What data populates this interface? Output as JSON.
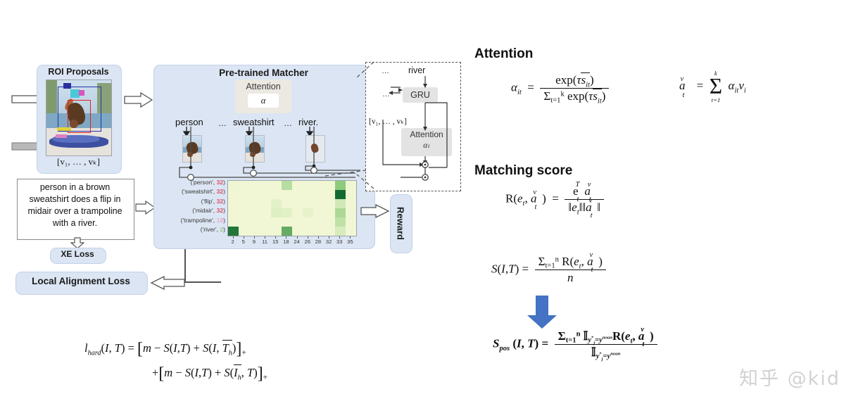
{
  "roi": {
    "title": "ROI Proposals",
    "vector_label": "[v₁, … , vₖ]",
    "image_alt": "person-flipping-over-trampoline-photo"
  },
  "caption": {
    "text": "person in  a brown sweatshirt does a flip in midair over a trampoline with a river."
  },
  "losses": {
    "xe_loss": "XE Loss",
    "local_alignment_loss": "Local Alignment Loss"
  },
  "matcher": {
    "title": "Pre-trained Matcher",
    "attention_label": "Attention",
    "attention_symbol": "α",
    "words": [
      "person",
      "…",
      "sweatshirt",
      "…",
      "river."
    ]
  },
  "heatmap": {
    "row_labels": [
      {
        "word": "'person'",
        "count": "32",
        "color_class": "cnt-red"
      },
      {
        "word": "'sweatshirt'",
        "count": "32",
        "color_class": "cnt-red"
      },
      {
        "word": "'flip'",
        "count": "32",
        "color_class": "cnt-red"
      },
      {
        "word": "'midair'",
        "count": "32",
        "color_class": "cnt-red"
      },
      {
        "word": "'trampoline'",
        "count": "18",
        "color_class": "cnt-pink"
      },
      {
        "word": "'river'",
        "count": "2",
        "color_class": "cnt-green"
      }
    ],
    "x_ticks": [
      "2",
      "5",
      "9",
      "11",
      "15",
      "18",
      "24",
      "26",
      "28",
      "32",
      "33",
      "35"
    ],
    "colormap": [
      "#fbfbdd",
      "#8ecb7c",
      "#146b32"
    ],
    "cells": [
      [
        0.06,
        0.05,
        0.05,
        0.05,
        0.05,
        0.34,
        0.05,
        0.05,
        0.05,
        0.05,
        0.55,
        0.06
      ],
      [
        0.05,
        0.05,
        0.05,
        0.05,
        0.05,
        0.05,
        0.05,
        0.05,
        0.05,
        0.05,
        1.0,
        0.05
      ],
      [
        0.05,
        0.05,
        0.05,
        0.05,
        0.12,
        0.05,
        0.05,
        0.05,
        0.05,
        0.05,
        0.22,
        0.05
      ],
      [
        0.05,
        0.05,
        0.05,
        0.05,
        0.14,
        0.13,
        0.05,
        0.1,
        0.05,
        0.05,
        0.4,
        0.05
      ],
      [
        0.05,
        0.05,
        0.05,
        0.05,
        0.05,
        0.05,
        0.05,
        0.05,
        0.05,
        0.05,
        0.3,
        0.05
      ],
      [
        0.95,
        0.05,
        0.05,
        0.05,
        0.05,
        0.7,
        0.05,
        0.05,
        0.05,
        0.05,
        0.18,
        0.05
      ]
    ]
  },
  "inset": {
    "dots_top": "…",
    "river": "river",
    "dots_mid": "…",
    "gru": "GRU",
    "vector_label": "[v₁, … , vₖ]",
    "attention_label": "Attention",
    "attention_symbol": "αₜ"
  },
  "reward": {
    "label": "Reward"
  },
  "sections": {
    "attention_heading": "Attention",
    "matching_heading": "Matching score"
  },
  "equations": {
    "alpha_it": "α_it = exp(τ s̄_it) / Σ_{t=1}^{k} exp(τ s̄_it)",
    "a_t_v": "a_t^v = Σ_{t=1}^{k} α_it v_i",
    "R": "R(e_t, a_t^v) = e_t^T a_t^v / (‖e_t‖‖a_t^v‖)",
    "S": "S(I,T) = Σ_{t=1}^{n} R(e_t, a_t^v) / n",
    "S_pos": "S_pos(I,T) = Σ_{t=1}^{n} 1_{y*_j = y^noun} R(e_t, a_t^v) / 1_{y*_j = y^noun}",
    "l_hard": "l_hard(I,T) = [m − S(I,T) + S(I, T̂_h)]_+ + [m − S(I,T) + S(Î_h, T)]_+"
  },
  "colors": {
    "box_blue": "#dbe5f3",
    "box_blue_border": "#c3d2e8",
    "accent_blue_arrow": "#4472c4",
    "heat_low": "#fbfbdd",
    "heat_high": "#146b32"
  },
  "watermark": {
    "text": "知乎 @kid"
  }
}
